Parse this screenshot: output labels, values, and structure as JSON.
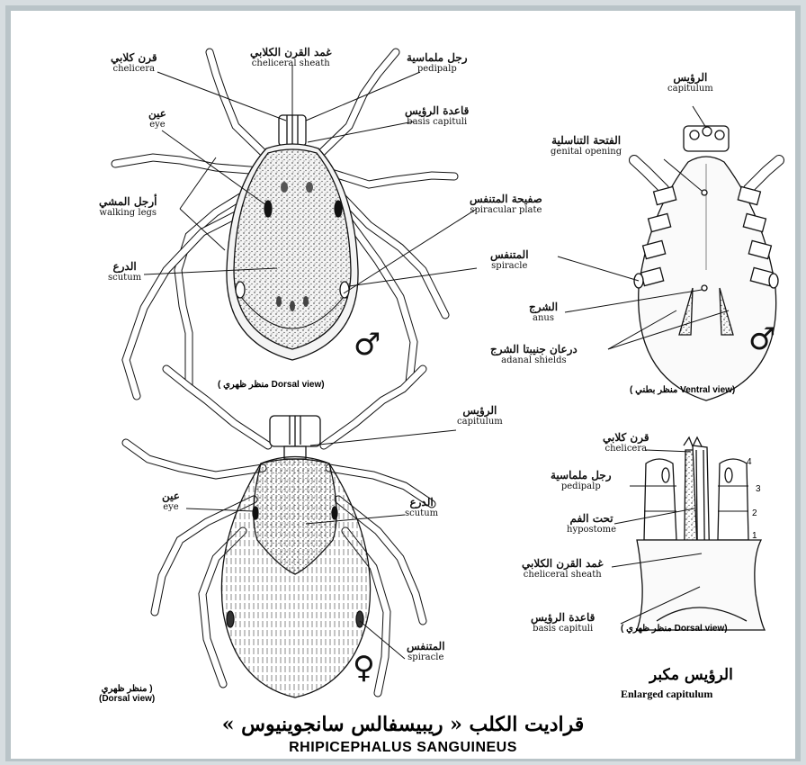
{
  "diagram": {
    "title_arabic": "قراديت الكلب « ريبيسفالس سانجوينيوس »",
    "title_latin": "RHIPICEPHALUS SANGUINEUS",
    "male_dorsal": {
      "view_label": "( منظر ظهري Dorsal view)",
      "sex_symbol": "♂",
      "labels": [
        {
          "ar": "قرن كلابي",
          "en": "chelicera"
        },
        {
          "ar": "غمد القرن الكلابي",
          "en": "cheliceral sheath"
        },
        {
          "ar": "رجل ملماسية",
          "en": "pedipalp"
        },
        {
          "ar": "قاعدة الرؤيس",
          "en": "basis capituli"
        },
        {
          "ar": "عين",
          "en": "eye"
        },
        {
          "ar": "أرجل المشي",
          "en": "walking legs"
        },
        {
          "ar": "الدرع",
          "en": "scutum"
        },
        {
          "ar": "صفيحة المتنفس",
          "en": "spiracular plate"
        },
        {
          "ar": "المتنفس",
          "en": "spiracle"
        }
      ]
    },
    "male_ventral": {
      "view_label": "( منظر بطني Ventral view)",
      "sex_symbol": "♂",
      "labels": [
        {
          "ar": "الرؤيس",
          "en": "capitulum"
        },
        {
          "ar": "الفتحة التناسلية",
          "en": "genital opening"
        },
        {
          "ar": "الشرج",
          "en": "anus"
        },
        {
          "ar": "درعان جنيبتا الشرج",
          "en": "adanal shields"
        }
      ]
    },
    "female_dorsal": {
      "view_label_ar": "( منظر ظهري",
      "view_label_en": "(Dorsal view)",
      "sex_symbol": "♀",
      "labels": [
        {
          "ar": "الرؤيس",
          "en": "capitulum"
        },
        {
          "ar": "عين",
          "en": "eye"
        },
        {
          "ar": "الدرع",
          "en": "scutum"
        },
        {
          "ar": "المتنفس",
          "en": "spiracle"
        }
      ]
    },
    "capitulum": {
      "view_label": "( منظر ظهري Dorsal view)",
      "caption_ar": "الرؤيس مكبر",
      "caption_en": "Enlarged capitulum",
      "segment_numbers": [
        "1",
        "2",
        "3",
        "4"
      ],
      "labels": [
        {
          "ar": "قرن كلابي",
          "en": "chelicera"
        },
        {
          "ar": "رجل ملماسية",
          "en": "pedipalp"
        },
        {
          "ar": "تحت الفم",
          "en": "hypostome"
        },
        {
          "ar": "غمد القرن الكلابي",
          "en": "cheliceral sheath"
        },
        {
          "ar": "قاعدة الرؤيس",
          "en": "basis capituli"
        }
      ]
    }
  }
}
